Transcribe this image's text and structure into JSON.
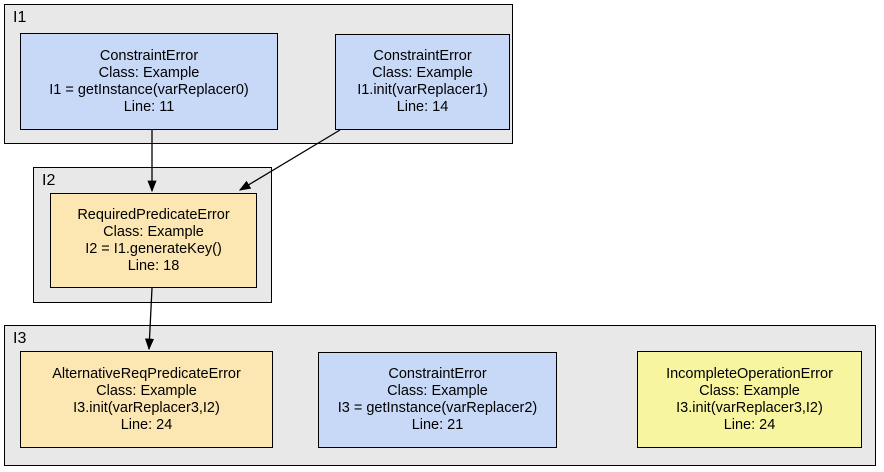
{
  "diagram": {
    "colors": {
      "background": "#ffffff",
      "cluster_fill": "#e8e8e8",
      "border": "#000000",
      "edge": "#000000",
      "node_blue": "#c8d9f7",
      "node_tan": "#fce7b2",
      "node_yellow": "#f8f5a0"
    },
    "clusters": [
      {
        "id": "I1",
        "label": "I1"
      },
      {
        "id": "I2",
        "label": "I2"
      },
      {
        "id": "I3",
        "label": "I3"
      }
    ],
    "nodes": [
      {
        "id": "n0",
        "cluster": "I1",
        "fill": "#c8d9f7",
        "lines": [
          "ConstraintError",
          "Class: Example",
          "I1 = getInstance(varReplacer0)",
          "Line: 11"
        ]
      },
      {
        "id": "n1",
        "cluster": "I1",
        "fill": "#c8d9f7",
        "lines": [
          "ConstraintError",
          "Class: Example",
          "I1.init(varReplacer1)",
          "Line: 14"
        ]
      },
      {
        "id": "n2",
        "cluster": "I2",
        "fill": "#fce7b2",
        "lines": [
          "RequiredPredicateError",
          "Class: Example",
          "I2 = I1.generateKey()",
          "Line: 18"
        ]
      },
      {
        "id": "n3",
        "cluster": "I3",
        "fill": "#fce7b2",
        "lines": [
          "AlternativeReqPredicateError",
          "Class: Example",
          "I3.init(varReplacer3,I2)",
          "Line: 24"
        ]
      },
      {
        "id": "n4",
        "cluster": "I3",
        "fill": "#c8d9f7",
        "lines": [
          "ConstraintError",
          "Class: Example",
          "I3 = getInstance(varReplacer2)",
          "Line: 21"
        ]
      },
      {
        "id": "n5",
        "cluster": "I3",
        "fill": "#f8f5a0",
        "lines": [
          "IncompleteOperationError",
          "Class: Example",
          "I3.init(varReplacer3,I2)",
          "Line: 24"
        ]
      }
    ],
    "edges": [
      {
        "from": "n0",
        "to": "n2",
        "points": [
          [
            152,
            130
          ],
          [
            152,
            191
          ]
        ]
      },
      {
        "from": "n1",
        "to": "n2",
        "points": [
          [
            340,
            130
          ],
          [
            240,
            190
          ]
        ]
      },
      {
        "from": "n2",
        "to": "n3",
        "points": [
          [
            152,
            288
          ],
          [
            149,
            349
          ]
        ]
      }
    ]
  }
}
